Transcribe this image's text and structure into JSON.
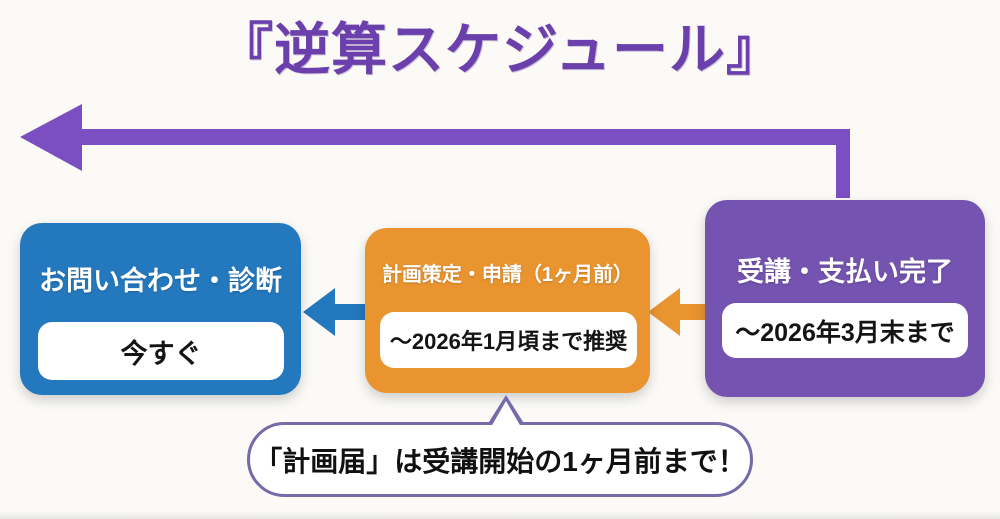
{
  "title": "『逆算スケジュール』",
  "colors": {
    "title": "#6b3fac",
    "timeline_arrow": "#7b4ec2",
    "step_blue": "#2478be",
    "step_orange": "#e9942f",
    "step_purple": "#7553b0",
    "note_border": "#776aa8",
    "background": "#fbfaf7",
    "timing_text": "#141414"
  },
  "steps": [
    {
      "label": "お問い合わせ・診断",
      "timing": "今すぐ"
    },
    {
      "label": "計画策定・申請（1ヶ月前）",
      "timing": "～2026年1月頃まで推奨"
    },
    {
      "label": "受講・支払い完了",
      "timing": "～2026年3月末まで"
    }
  ],
  "note": {
    "text": "「計画届」は受講開始の1ヶ月前まで！"
  }
}
